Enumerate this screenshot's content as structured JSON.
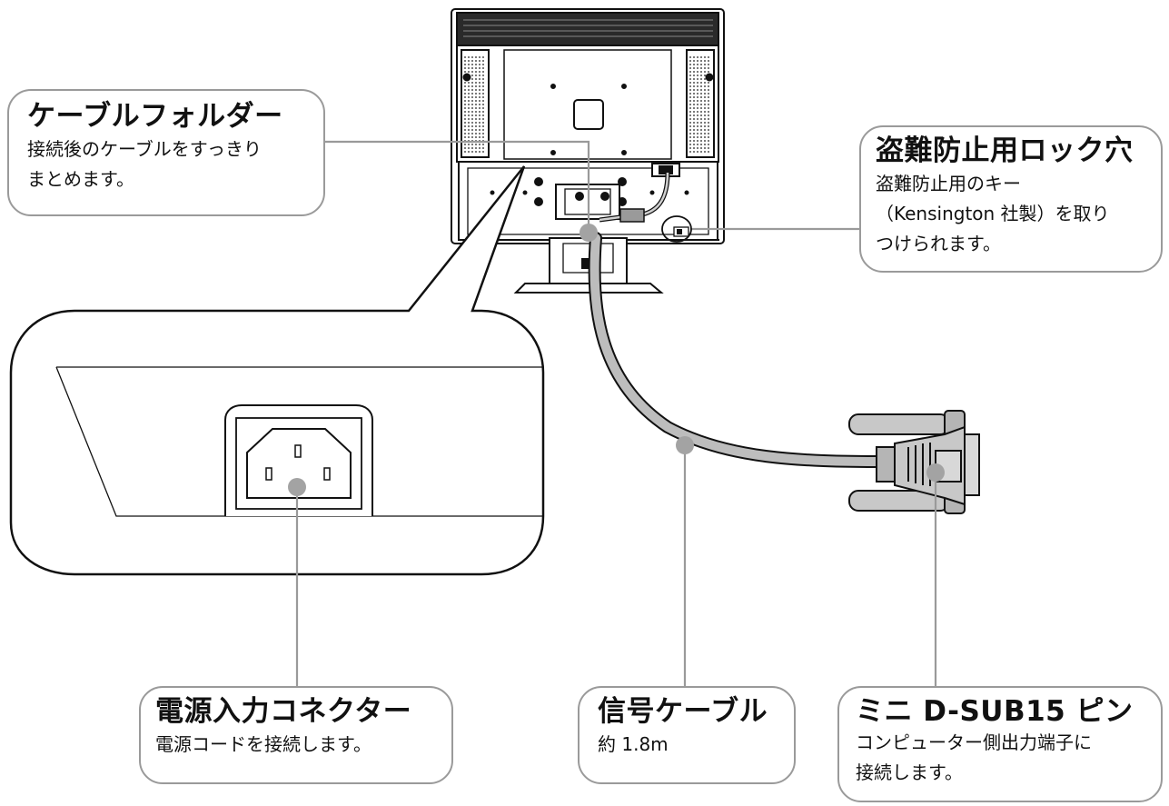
{
  "callouts": {
    "cable_holder": {
      "title": "ケーブルフォルダー",
      "desc": [
        "接続後のケーブルをすっきり",
        "まとめます。"
      ]
    },
    "lock_slot": {
      "title": "盗難防止用ロック穴",
      "desc": [
        "盗難防止用のキー",
        "（Kensington 社製）を取り",
        "つけられます。"
      ]
    },
    "power_connector": {
      "title": "電源入力コネクター",
      "desc": [
        "電源コードを接続します。"
      ]
    },
    "signal_cable": {
      "title": "信号ケーブル",
      "desc": [
        "約 1.8m"
      ]
    },
    "dsub_pin": {
      "title": "ミニ D-SUB15 ピン",
      "desc": [
        "コンピューター側出力端子に",
        "接続します。"
      ]
    }
  },
  "colors": {
    "outline": "#111111",
    "leader_line": "#9a9a9a",
    "marker": "#a3a3a3",
    "cable": "#b8b8b8",
    "connector": "#c8c8c8"
  }
}
